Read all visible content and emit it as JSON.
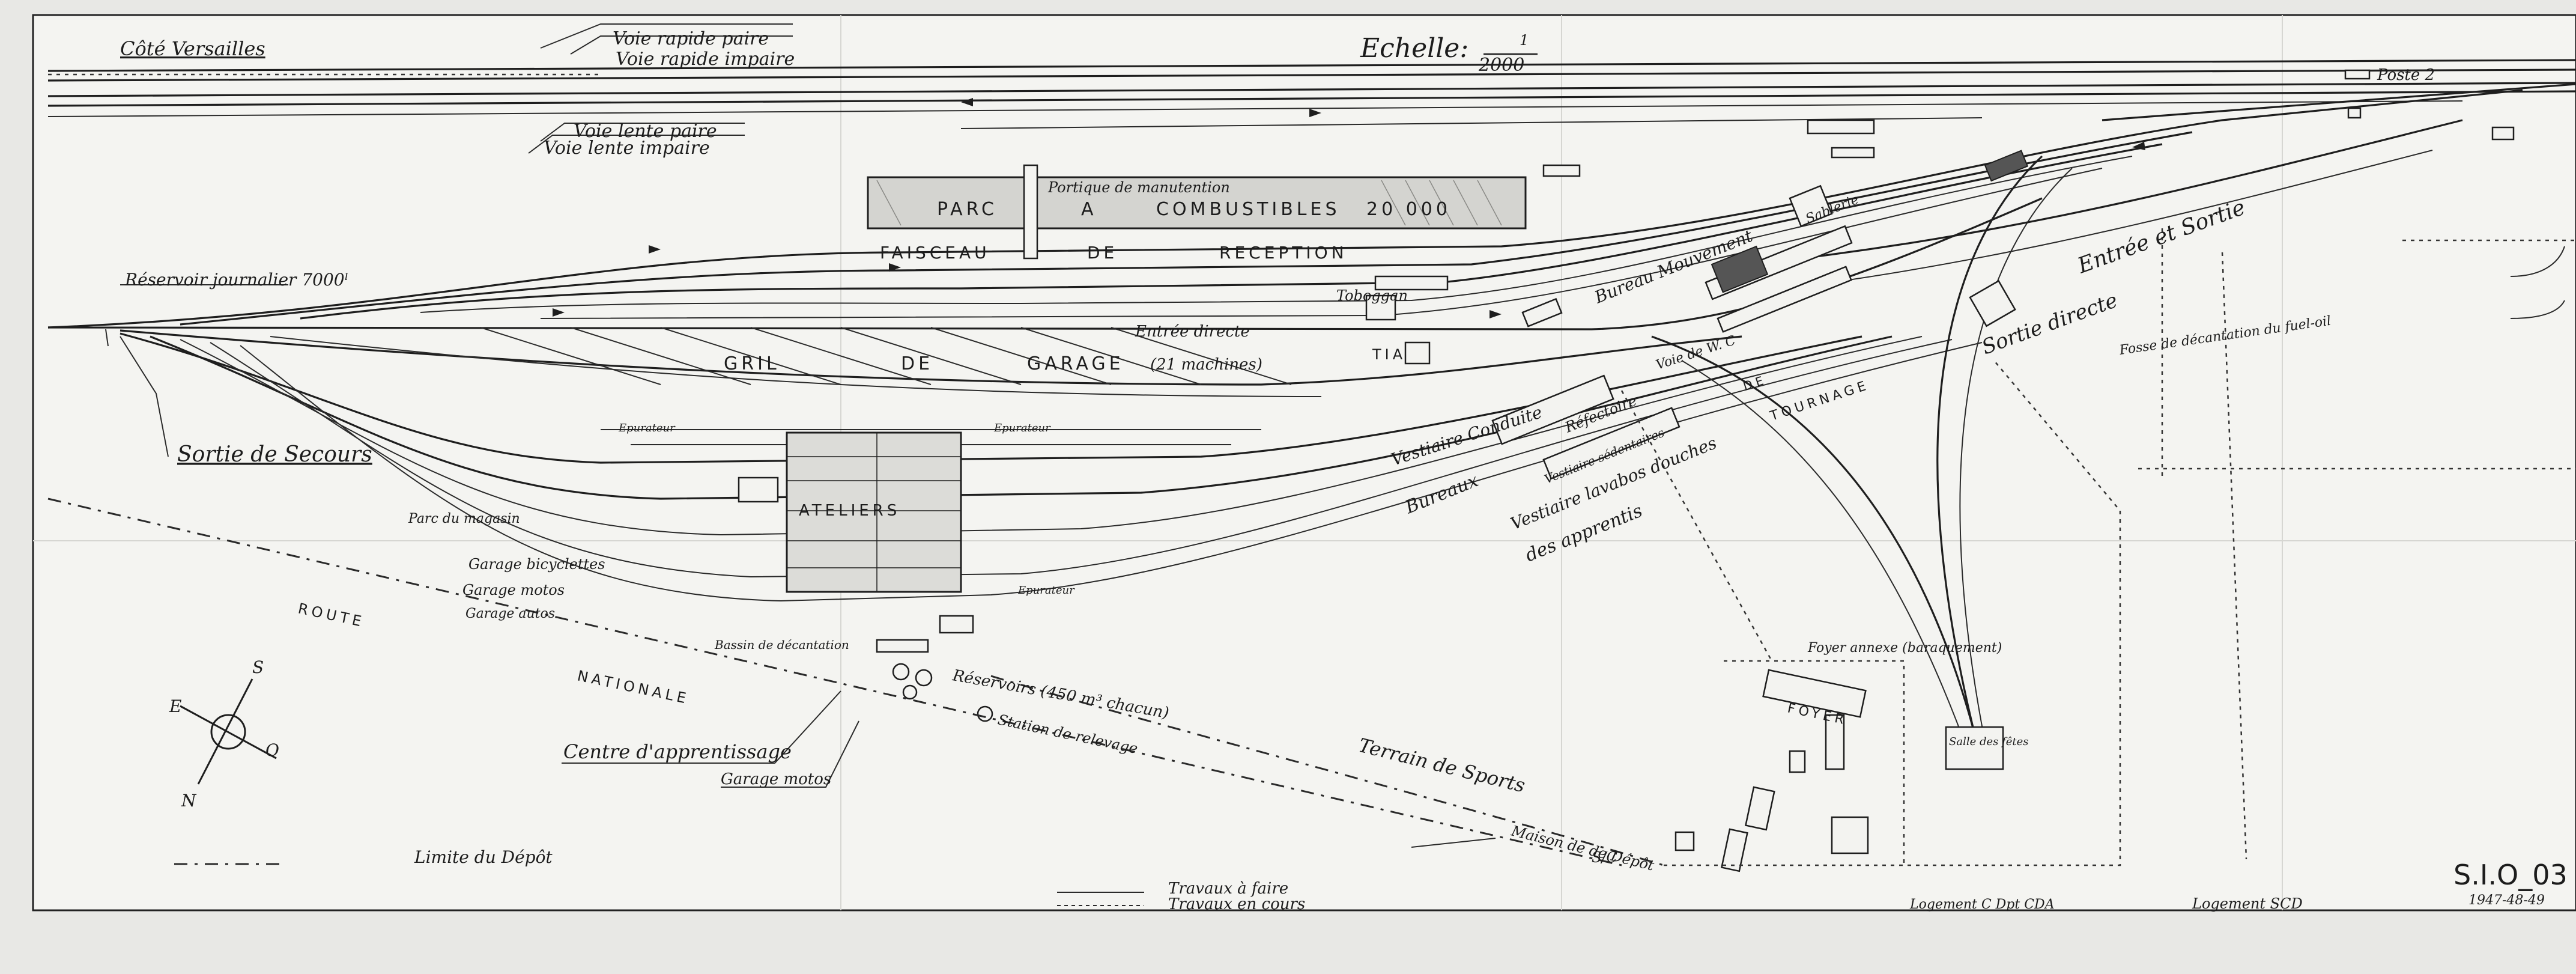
{
  "scale": {
    "label": "Echelle:",
    "num": "1",
    "den": "2000"
  },
  "labels": {
    "versailles": "Côté Versailles",
    "voie_rapide_paire": "Voie rapide paire",
    "voie_rapide_impaire": "Voie rapide impaire",
    "voie_lente_paire": "Voie lente paire",
    "voie_lente_impaire": "Voie lente impaire",
    "portique": "Portique de manutention",
    "parc": "PARC",
    "parc_a": "A",
    "combustibles": "COMBUSTIBLES",
    "combustibles_qty": "20 000",
    "faisceau": "FAISCEAU",
    "faisceau_de": "DE",
    "reception": "RECEPTION",
    "reservoir_journalier": "Réservoir journalier 7000ˡ",
    "entree_directe": "Entrée directe",
    "tobbogan": "Toboggan",
    "gril": "GRIL",
    "gril_de": "DE",
    "garage": "GARAGE",
    "garage_count": "(21 machines)",
    "sortie_secours": "Sortie de Secours",
    "parc_magasin": "Parc du magasin",
    "garage_bicyclettes": "Garage bicyclettes",
    "garage_motos": "Garage motos",
    "garage_autos": "Garage autos",
    "ateliers": "ATELIERS",
    "epurateur": "Epurateur",
    "route": "ROUTE",
    "nationale": "NATIONALE",
    "bassin": "Bassin de décantation",
    "reservoirs": "Réservoirs (450 m³ chacun)",
    "station": "Station de relevage",
    "centre": "Centre d'apprentissage",
    "garage_motos2": "Garage motos",
    "limite": "Limite du Dépôt",
    "travaux_faire": "Travaux à faire",
    "travaux_cours": "Travaux en cours",
    "terrain": "Terrain de Sports",
    "maison": "Maison de de Dépôt",
    "sc": "S/C",
    "logement_cda": "Logement C Dpt CDA",
    "logement_scd": "Logement SCD",
    "poste2": "Poste 2",
    "entree_sortie": "Entrée et Sortie",
    "sortie_directe": "Sortie directe",
    "fosse": "Fosse de décantation du fuel-oil",
    "bureau_mouvement": "Bureau Mouvement",
    "vestiaire_conduite": "Vestiaire Conduite",
    "refectoire": "Réfectoire",
    "bureaux": "Bureaux",
    "vestiaire_sedentaires": "Vestiaire sédentaires",
    "vestiaire_lavabos": "Vestiaire lavabos douches",
    "apprentis": "des apprentis",
    "tournage": "TOURNAGE",
    "triangle_de": "DE",
    "voie_wc": "Voie de W. C",
    "foyer_annexe": "Foyer annexe (baraquement)",
    "foyer": "FOYER",
    "salle_fetes": "Salle des fêtes",
    "sablerie": "Sablerie",
    "compass_n": "N",
    "compass_s": "S",
    "compass_e": "E",
    "compass_o": "O",
    "tia": "TIA"
  },
  "stamp": {
    "code": "S.I.O_03",
    "years": "1947-48-49"
  }
}
